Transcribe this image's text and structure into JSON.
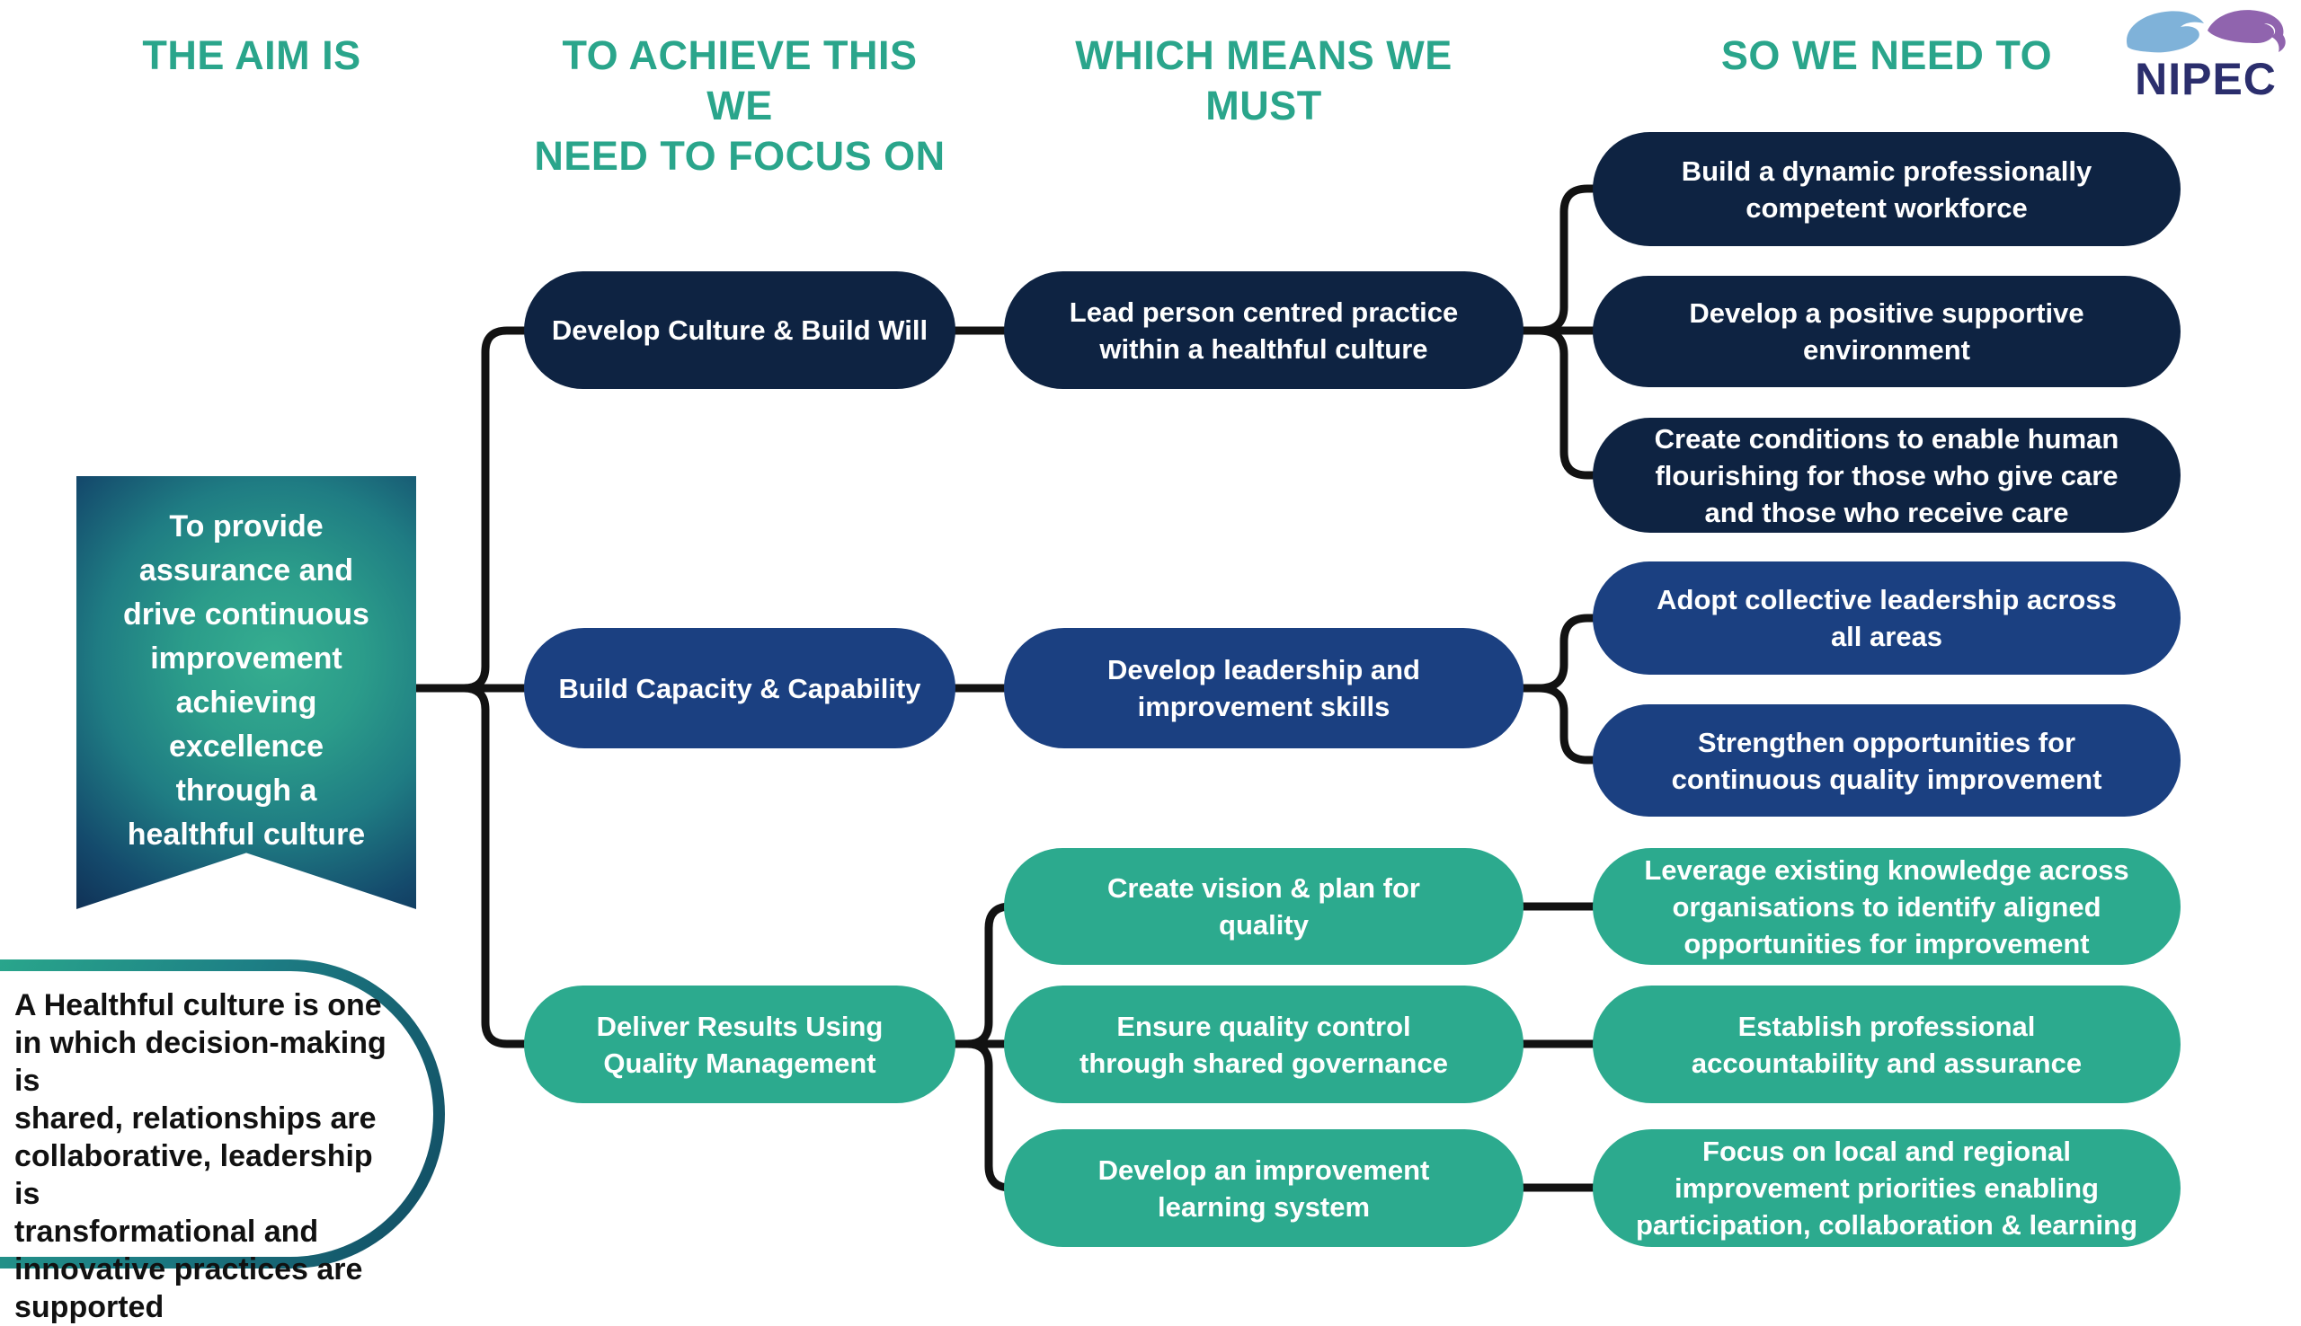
{
  "title": "NIPEC quality framework driver diagram",
  "theme": {
    "background": "#ffffff",
    "header_text_color": "#2aa58b",
    "navy_pill_color": "#0e2342",
    "blue_pill_color": "#1b4081",
    "teal_pill_color": "#2caa8e",
    "pill_text_color": "#ffffff",
    "connector_color": "#121212",
    "note_text_color": "#111111",
    "note_border_gradient": [
      "#2aa88c",
      "#114a62"
    ],
    "banner_gradient": [
      "#36ae90",
      "#103156"
    ],
    "logo_text_color": "#2b2e6d",
    "logo_blue": "#7fb2d9",
    "logo_purple": "#9064ae"
  },
  "column_headers": [
    {
      "label": "THE AIM IS"
    },
    {
      "label": "TO ACHIEVE THIS WE\nNEED TO FOCUS ON"
    },
    {
      "label": "WHICH MEANS WE\nMUST"
    },
    {
      "label": "SO WE NEED TO"
    }
  ],
  "logo": {
    "text": "NIPEC"
  },
  "aim_banner": {
    "text": "To provide\nassurance and\ndrive continuous\nimprovement\nachieving\nexcellence\nthrough a\nhealthful culture"
  },
  "note": {
    "text": "A Healthful culture is one\nin which decision-making is\nshared, relationships are\ncollaborative, leadership is\ntransformational and\ninnovative practices are\nsupported"
  },
  "drivers": {
    "primary": [
      {
        "text": "Develop Culture & Build Will",
        "color": "navy"
      },
      {
        "text": "Build Capacity & Capability",
        "color": "blue"
      },
      {
        "text": "Deliver Results Using\nQuality Management",
        "color": "teal"
      }
    ],
    "secondary": [
      {
        "text": "Lead person centred practice\nwithin a healthful culture",
        "color": "navy"
      },
      {
        "text": "Develop leadership and\nimprovement skills",
        "color": "blue"
      },
      {
        "text": "Create vision & plan for\nquality",
        "color": "teal"
      },
      {
        "text": "Ensure quality control\nthrough shared governance",
        "color": "teal"
      },
      {
        "text": "Develop an improvement\nlearning system",
        "color": "teal"
      }
    ],
    "actions": [
      {
        "text": "Build a dynamic professionally\ncompetent workforce",
        "color": "navy"
      },
      {
        "text": "Develop a positive supportive\nenvironment",
        "color": "navy"
      },
      {
        "text": "Create conditions to enable human\nflourishing for those who give care\nand those who receive care",
        "color": "navy"
      },
      {
        "text": "Adopt collective leadership across\nall areas",
        "color": "blue"
      },
      {
        "text": "Strengthen opportunities for\ncontinuous quality improvement",
        "color": "blue"
      },
      {
        "text": "Leverage existing knowledge across\norganisations to identify aligned\nopportunities for improvement",
        "color": "teal"
      },
      {
        "text": "Establish professional\naccountability and assurance",
        "color": "teal"
      },
      {
        "text": "Focus on local and regional\nimprovement priorities enabling\nparticipation, collaboration & learning",
        "color": "teal"
      }
    ]
  }
}
